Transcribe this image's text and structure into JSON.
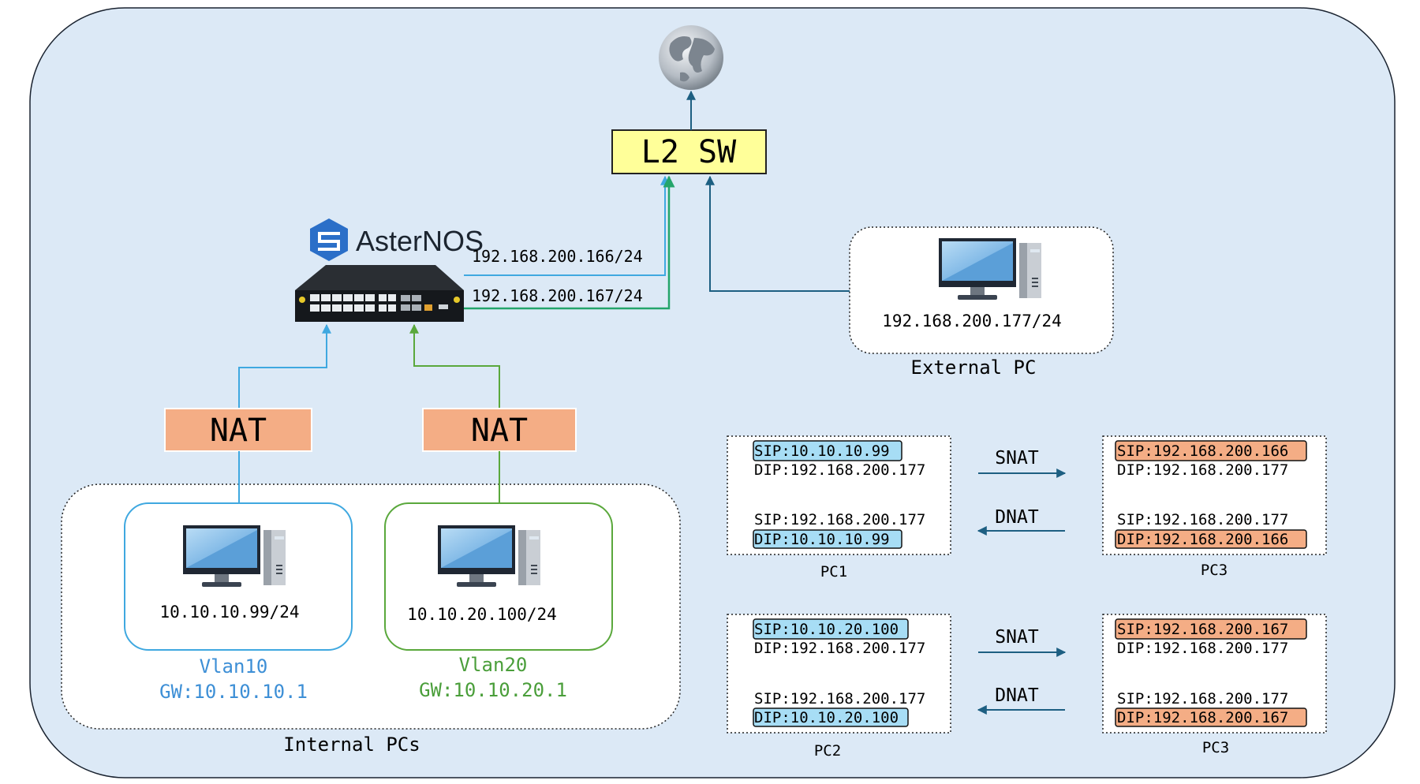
{
  "colors": {
    "background": "#dce9f6",
    "vlan10": "#3d8fd6",
    "vlan20": "#4a9e3a",
    "nat_box": "#f4ad85",
    "l2sw_box": "#ffff99",
    "sip_blue_highlight": "#a7ddf5",
    "sip_orange_highlight": "#f4ad85",
    "link_blue": "#3fa8e0",
    "link_green": "#24a56b",
    "link_dark": "#1d5f82"
  },
  "nodes": {
    "globe_icon": "globe-icon",
    "l2sw_label": "L2 SW",
    "asternos_brand": "AsterNOS",
    "router_link_top": "192.168.200.166/24",
    "router_link_bottom": "192.168.200.167/24",
    "external_pc_ip": "192.168.200.177/24",
    "external_pc_label": "External PC",
    "nat_left": "NAT",
    "nat_right": "NAT",
    "pc_vlan10_ip": "10.10.10.99/24",
    "pc_vlan20_ip": "10.10.20.100/24",
    "vlan10_name": "Vlan10",
    "vlan10_gw": "GW:10.10.10.1",
    "vlan20_name": "Vlan20",
    "vlan20_gw": "GW:10.10.20.1",
    "internal_label": "Internal PCs"
  },
  "flows": [
    {
      "left": {
        "sip1": "SIP:10.10.10.99",
        "dip1": "DIP:192.168.200.177",
        "sip2": "SIP:192.168.200.177",
        "dip2": "DIP:10.10.10.99",
        "caption": "PC1"
      },
      "snat": "SNAT",
      "dnat": "DNAT",
      "right": {
        "sip1": "SIP:192.168.200.166",
        "dip1": "DIP:192.168.200.177",
        "sip2": "SIP:192.168.200.177",
        "dip2": "DIP:192.168.200.166",
        "caption": "PC3"
      }
    },
    {
      "left": {
        "sip1": "SIP:10.10.20.100",
        "dip1": "DIP:192.168.200.177",
        "sip2": "SIP:192.168.200.177",
        "dip2": "DIP:10.10.20.100",
        "caption": "PC2"
      },
      "snat": "SNAT",
      "dnat": "DNAT",
      "right": {
        "sip1": "SIP:192.168.200.167",
        "dip1": "DIP:192.168.200.177",
        "sip2": "SIP:192.168.200.177",
        "dip2": "DIP:192.168.200.167",
        "caption": "PC3"
      }
    }
  ]
}
